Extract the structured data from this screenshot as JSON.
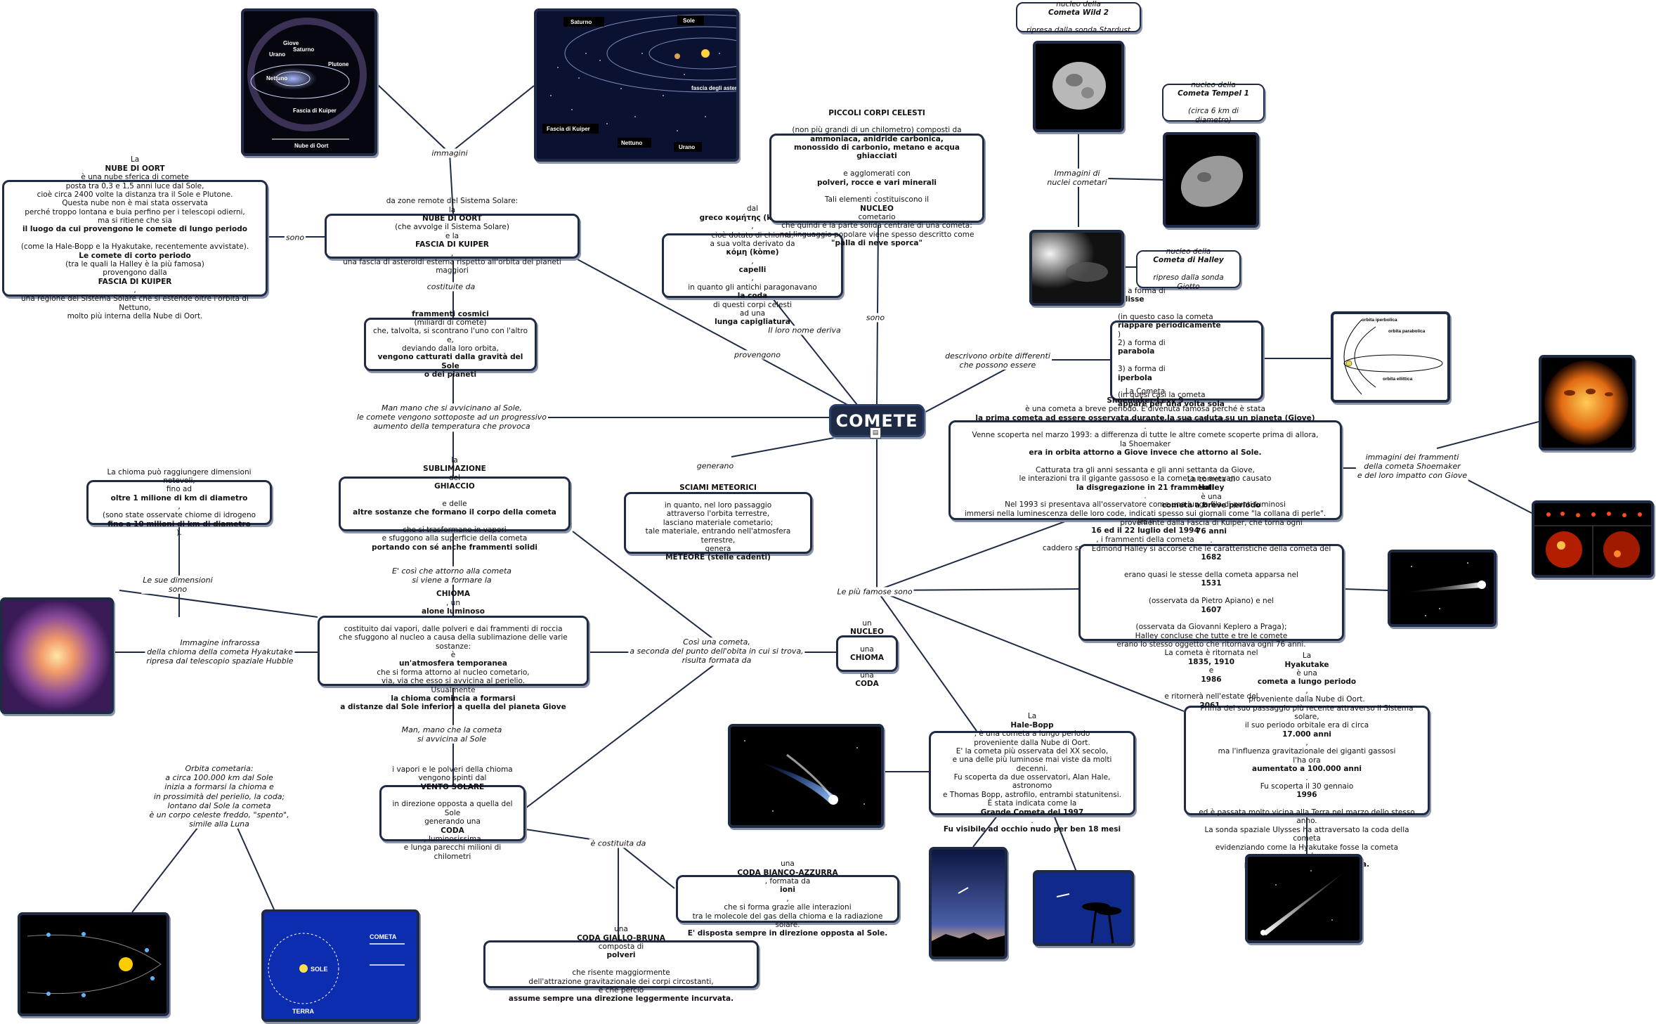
{
  "center": {
    "title": "COMETE",
    "icon": "document-icon"
  },
  "labels": {
    "immagini": "immagini",
    "sono_left": "sono",
    "costituite_da": "costituite da",
    "provengono": "provengono",
    "nome_deriva": "Il loro nome deriva",
    "sono_center": "sono",
    "immagini_nuclei": "Immagini di\nnuclei cometari",
    "orbite": "descrivono orbite differenti\nche possono essere",
    "man_mano": "Man mano che si avvicinano al Sole,\nle comete vengono sottoposte ad un progressivo\naumento della temperatura che provoca",
    "generano": "generano",
    "immagini_frammenti": "immagini dei frammenti\ndella cometa Shoemaker\ne del loro impatto con Giove",
    "dimensioni": "Le sue dimensioni\nsono",
    "cosi_chioma": "E' così che attorno alla cometa\nsi viene a formare la",
    "cosi_cometa": "Così una cometa,\na seconda del punto dell'obita in cui si trova,\nrisulta formata da",
    "famose": "Le più famose sono",
    "infrarossa": "Immagine infrarossa\ndella  chioma della cometa Hyakutake\nripresa dal telescopio spaziale Hubble",
    "avvicina": "Man, mano che la cometa\nsi avvicina al Sole",
    "costituita_da": "è costituita da",
    "orbita_cometaria": "Orbita cometaria:\na circa 100.000 km dal Sole\ninizia a formarsi la chioma e\nin prossimità del perielio, la coda;\nlontano dal Sole la cometa\nè un corpo celeste freddo, \"spento\",\nsimile alla Luna"
  },
  "nodes": {
    "oort": "La <b>NUBE DI OORT</b> è  una nube sferica di comete\nposta tra 0,3 e 1,5 anni luce dal Sole,\ncioè circa 2400 volte la distanza tra il Sole e Plutone.\nQuesta nube non è mai stata osservata\nperché troppo lontana e buia perfino per i telescopi odierni,\nma si ritiene che sia\n<b>il luogo da cui provengono le comete di lungo periodo</b>\n(come la Hale-Bopp e la Hyakutake, recentemente avvistate).\n<b>Le comete di corto periodo</b> (tra le quali la Halley è la più famosa)\nprovengono dalla <b>FASCIA DI KUIPER</b>,\nuna regione del Sistema Solare che si estende oltre l'orbita di Nettuno,\nmolto più interna della Nube di Oort.",
    "zone_remote": "da zone remote del Sistema Solare:\nla <b>NUBE DI OORT</b> (che avvolge il Sistema Solare)\ne la <b>FASCIA DI KUIPER</b>,\nuna fascia di asteroidi esterna rispetto all'orbita dei pianeti maggiori",
    "frammenti": "<b>frammenti cosmici</b> (miliardi di comete)\nche, talvolta, si scontrano l'uno con l'altro e,\ndeviando dalla loro orbita,\n<b>vengono catturati dalla gravità del Sole\no dei pianeti</b>",
    "greco": "dal <b>greco κομήτης (kométes)</b>,\ncioè dotato di chioma,\na sua volta derivato da <b>κόμη (kòme)</b>, <b>capelli</b>,\nin quanto gli antichi paragonavano\n<b>la coda</b> di questi corpi celesti\nad una <b>lunga capigliatura</b>",
    "piccoli": "<b>PICCOLI CORPI CELESTI</b>\n(non più grandi di un chilometro) composti da\n<b>ammoniaca, anidride carbonica,\nmonossido di carbonio, metano e acqua ghiacciati</b>\ne agglomerati con <b>polveri, rocce e vari minerali</b>.\nTali elementi costituiscono il <b>NUCLEO</b> cometario\nche quindi è la parte solida centrale di una cometa:\nnel linguaggio popolare viene spesso descritto come\n<b>\"palla di neve sporca\"</b>",
    "wild2": "nucleo della  <b>Cometa Wild 2</b>\nripresa dalla sonda Stardust",
    "tempel": "nucleo della\n<b>Cometa Tempel 1</b>\n(circa 6 km di diametro)",
    "halley_nucleo": "nucleo della\n<b>Cometa  di Halley</b>\nripreso dalla sonda Giotto",
    "orbite": "1) a forma di <b>ellisse</b>\n    (in questo caso la cometa\n    <b>riappare periodicamente</b>)\n2) a forma di <b>parabola</b>\n3) a forma di <b>iperbola</b>\n    (in quesi casi la cometa\n    <b>appare per una volta sola</b>\n    e poi viene \"risucchiata\" nello spazio)",
    "sublimazione": "la <b>SUBLIMAZIONE</b> del <b>GHIACCIO</b>\ne delle <b>altre sostanze che formano il corpo della cometa</b>\nche si trasformano in vapori\ne sfuggono alla superficie della cometa\n<b>portando con sé anche frammenti solidi</b>",
    "sciami": "<b>SCIAMI METEORICI</b>\nin quanto, nel loro passaggio\nattraverso l'orbita terrestre,\nlasciano materiale cometario;\ntale materiale, entrando nell'atmosfera terrestre,\ngenera <b>METEORE (stelle cadenti)</b>",
    "shoemaker": "La Cometa <b>Shoemaker-Levy 9</b> è una cometa a breve periodo. E'divenuta famosa perché è stata\n<b>la prima cometa ad essere osservata durante la sua caduta su un pianeta (Giove)</b>.\nVenne scoperta nel marzo 1993: a differenza di tutte le altre comete scoperte prima di allora,\nla Shoemaker <b>era in orbita attorno a Giove invece che attorno al Sole.</b>\nCatturata tra gli anni sessanta e gli anni settanta da Giove,\nle interazioni tra il gigante gassoso e la cometa ne avevano causato <b>la disgregazione in 21 frammenti</b>.\nNel 1993 si presentava all'osservatore come una lunga fila di punti luminosi\nimmersi nella luminescenza delle loro code, indicati spesso sui giornali come \"la collana di perle\".\nTra il <b>16 ed il 22 luglio del 1994</b>, i frammenti della cometa\ncaddero su Giove in un vero e proprio bombardamento.",
    "dimensioni": "La chioma può raggiungere dimensioni notevoli,\nfino ad <b>oltre 1 milione di km di diametro</b>,\n(sono state osservate chiome di idrogeno\n<b>fino a 10 milioni di km di diametro</b>).",
    "chioma": "<b>CHIOMA</b>, un <b>alone luminoso</b>\ncostituito dai vapori, dalle polveri e dai frammenti di roccia\nche sfuggono al nucleo a causa della sublimazione delle varie sostanze:\nè <b>un'atmosfera temporanea</b> che si forma attorno al nucleo cometario,\nvia, via che esso si avvicina al perielio.\nUsualmente <b>la chioma comincia a formarsi\na distanze dal Sole inferiori a quella del pianeta Giove</b>",
    "nucleo_chioma_coda": "un <b>NUCLEO</b>\nuna <b>CHIOMA</b>\nuna <b>CODA</b>",
    "halley": "La cometa di <b>Halley</b>  è una <b>cometa a breve periodo</b>,\nproveniente dalla Fascia di Kuiper, che torna ogni <b>76 anni</b>.\nEdmond Halley si accorse che le caratteristiche della cometa del <b>1682</b>\nerano quasi le stesse della cometa apparsa nel <b>1531</b>\n(osservata da Pietro Apiano) e nel <b>1607</b>\n(osservata da Giovanni Keplero a Praga);\nHalley concluse che tutte e tre le comete\nerano lo stesso oggetto che ritornava ogni 76 anni.\nLa cometa è ritornata nel <b>1835, 1910</b> e <b>1986</b>\ne ritornerà nell'estate del <b>2061.</b>",
    "hale_bopp": "La <b>Hale-Bopp</b>, è una cometa a lungo periodo\nproveniente dalla Nube di Oort.\nE' la cometa più osservata del XX secolo,\ne una delle più luminose mai viste da molti decenni.\nFu scoperta da due osservatori, Alan Hale, astronomo\ne Thomas Bopp, astrofilo, entrambi statunitensi.\nÈ stata indicata come la <b>Grande Cometa del 1997</b>.\n<b>Fu visibile ad occhio nudo per ben 18 mesi</b>",
    "hyakutake": "La <b>Hyakutake</b> è una <b>cometa a lungo periodo</b>,\nproveniente dalla Nube di Oort.\nPrima del suo passaggio più recente attraverso il Sistema solare,\nil suo periodo orbitale era di circa <b>17.000 anni</b>,\nma l'influenza gravitazionale dei giganti gassosi\nl'ha ora <b>aumentato a 100.000 anni</b>.\nFu scoperta il 30 gennaio <b>1996</b>\ned è passata molto vicina alla Terra nel marzo dello stesso anno.\nLa sonda spaziale Ulysses ha attraversato la coda della cometa\nevidenziando come la Hyakutake fosse la cometa\ncon la <b>più lunga coda mai segnalata.</b>",
    "vento": "i vapori e le polveri della chioma\nvengono spinti dal <b>VENTO SOLARE</b>\nin direzione opposta a quella del Sole\ngenerando una <b>CODA</b>, luminosissima\ne lunga parecchi milioni di chilometri",
    "bianco_azzurra": "una <b>CODA BIANCO-AZZURRA</b>, formata da <b>ioni</b>,\nche si forma grazie alle interazioni\ntra le molecole del gas della chioma e la radiazione solare.\n<b>E' disposta sempre in direzione opposta al Sole.</b>",
    "giallo_bruna": "una <b>CODA GIALLO-BRUNA</b> composta di <b>polveri</b>\nche risente maggiormente\ndell'attrazione gravitazionale dei corpi circostanti,\ne che perciò <b>assume sempre una direzione leggermente incurvata.</b>"
  },
  "images": {
    "oort_labels": [
      "Giove",
      "Saturno",
      "Urano",
      "Nettuno",
      "Plutone",
      "Fascia di Kuiper",
      "Nube di Oort"
    ],
    "kuiper_labels": [
      "Saturno",
      "Sole",
      "fascia degli\nasteroidi",
      "Fascia di Kuiper",
      "Nettuno",
      "Urano"
    ],
    "orbit_labels": [
      "orbita iperbolica",
      "orbita parabolica",
      "orbita ellittica"
    ],
    "tail_labels": [
      "COMETA",
      "SOLE",
      "TERRA"
    ]
  },
  "colors": {
    "node_border": "#1f2b45",
    "center_bg": "#1f2b45",
    "line": "#1f2b45"
  }
}
